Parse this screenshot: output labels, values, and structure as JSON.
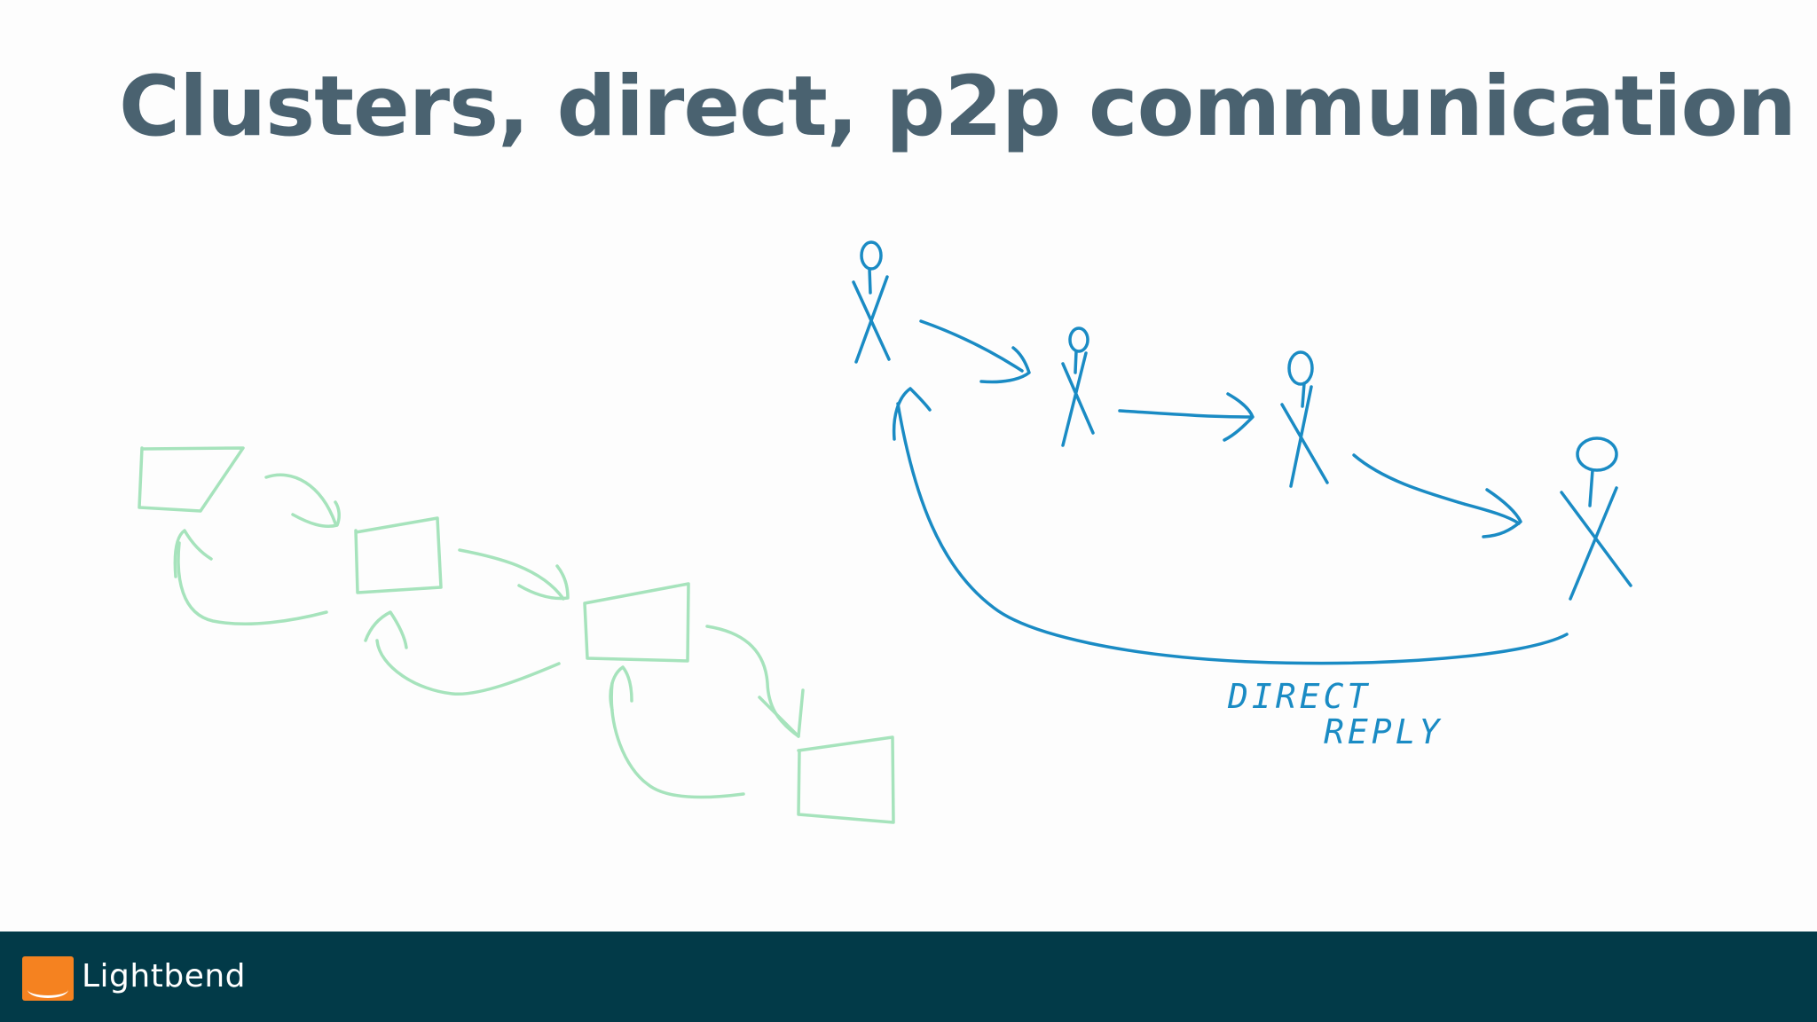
{
  "slide": {
    "title": "Clusters, direct, p2p communication"
  },
  "diagram": {
    "left_sketch": {
      "node_shape": "box",
      "node_count": 4,
      "stroke_color": "#a6e3bc"
    },
    "right_sketch": {
      "node_shape": "stick-figure",
      "node_count": 4,
      "stroke_color": "#1a8bc4",
      "return_label_line1": "DIRECT",
      "return_label_line2": "REPLY"
    }
  },
  "footer": {
    "brand_name": "Lightbend",
    "brand_color": "#f58220",
    "bar_color": "#023a48"
  }
}
